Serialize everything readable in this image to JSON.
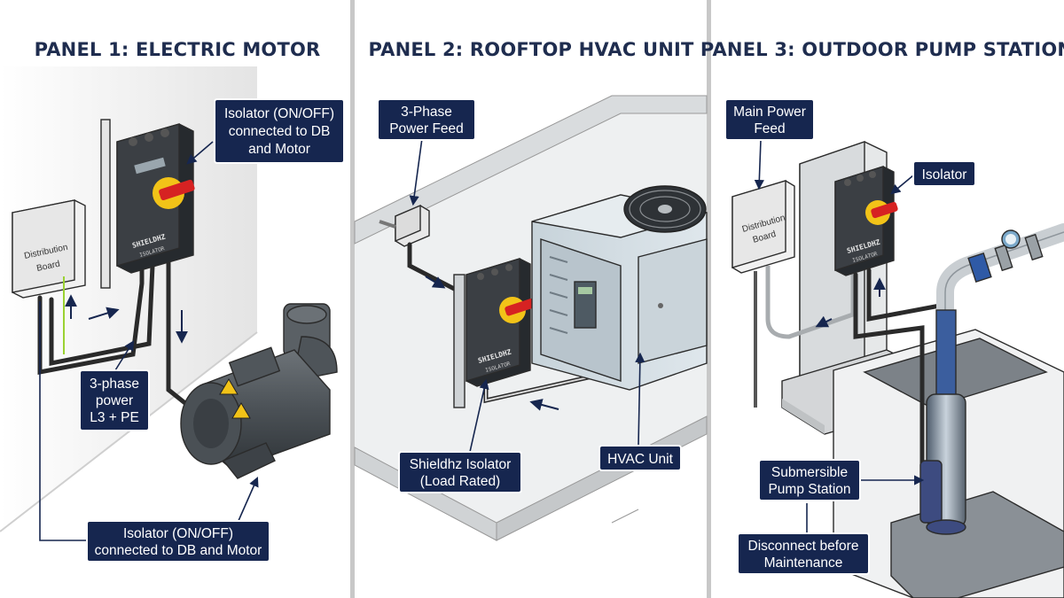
{
  "panels": [
    {
      "title": "PANEL 1: ELECTRIC MOTOR",
      "callouts": {
        "isolator_top": [
          "Isolator (ON/OFF)",
          "connected to DB",
          "and Motor"
        ],
        "three_phase": [
          "3-phase",
          "power",
          "L3 + PE"
        ],
        "isolator_bottom": [
          "Isolator (ON/OFF)",
          "connected to DB and Motor"
        ]
      },
      "distribution_board": [
        "Distribution",
        "Board"
      ],
      "isolator_brand": "SHIELDHZ",
      "isolator_sub": "ISOLATOR"
    },
    {
      "title": "PANEL 2: ROOFTOP HVAC UNIT",
      "callouts": {
        "power_feed": [
          "3-Phase",
          "Power Feed"
        ],
        "isolator": [
          "Shieldhz Isolator",
          "(Load Rated)"
        ],
        "hvac_unit": [
          "HVAC Unit"
        ]
      },
      "isolator_brand": "SHIELDHZ",
      "isolator_sub": "ISOLATOR"
    },
    {
      "title": "PANEL 3: OUTDOOR PUMP STATION",
      "callouts": {
        "main_power": [
          "Main Power",
          "Feed"
        ],
        "isolator": [
          "Isolator"
        ],
        "pump": [
          "Submersible",
          "Pump Station"
        ],
        "disconnect": [
          "Disconnect before",
          "Maintenance"
        ]
      },
      "distribution_board": [
        "Distribution",
        "Board"
      ],
      "isolator_brand": "SHIELDHZ",
      "isolator_sub": "ISOLATOR"
    }
  ],
  "colors": {
    "callout_bg": "#16264f",
    "title": "#1f2d4f",
    "isolator_body": "#3b3f44",
    "handle": "#d62222",
    "handle_plate": "#f2c318",
    "warning": "#f2c318"
  },
  "icons": [
    "arrow-icon",
    "warning-triangle-icon",
    "fan-icon"
  ]
}
